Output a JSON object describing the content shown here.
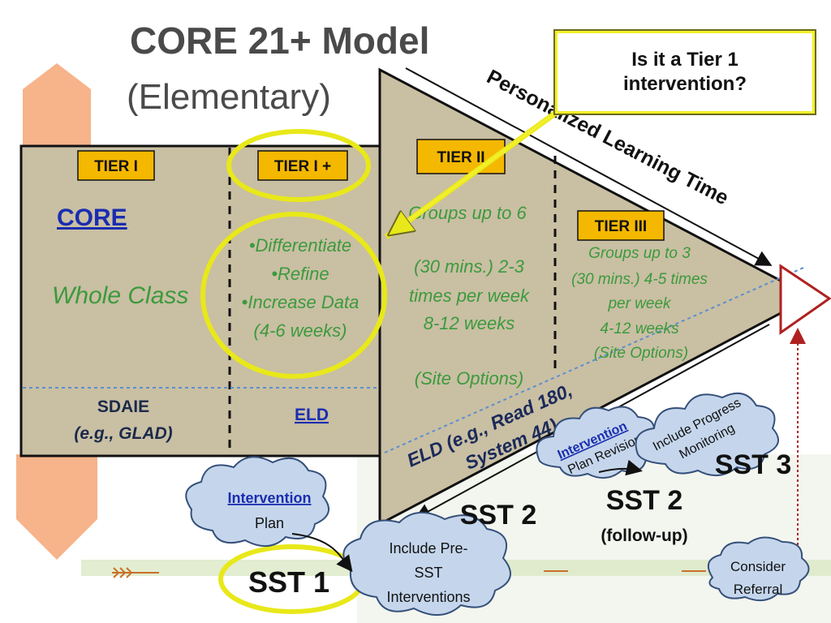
{
  "title": "CORE 21+ Model",
  "subtitle": "(Elementary)",
  "callout": "Is it a Tier 1 intervention?",
  "arrow_label": "Personalized Learning Time",
  "tiers": {
    "tier1": "TIER I",
    "tier1plus": "TIER I +",
    "tier2": "TIER II",
    "tier3": "TIER III"
  },
  "core": {
    "link": "CORE",
    "text": "Whole Class"
  },
  "tier1plus_items": [
    "•Differentiate",
    "•Refine",
    "•Increase Data",
    "(4-6 weeks)"
  ],
  "tier2_items": [
    "Groups up to 6",
    "(30 mins.) 2-3",
    "times per week",
    "8-12 weeks",
    "(Site Options)"
  ],
  "tier3_items": [
    "Groups up to 3",
    "(30 mins.) 4-5 times",
    "per week",
    "4-12 weeks",
    "(Site Options)"
  ],
  "sdaie": [
    "SDAIE",
    "(e.g., GLAD)"
  ],
  "eld_link": "ELD",
  "eld_diag": [
    "ELD (e.g., Read 180,",
    "System 44)"
  ],
  "clouds": {
    "intervention_plan": {
      "link": "Intervention",
      "text": "Plan"
    },
    "pre_sst": [
      "Include Pre-",
      "SST",
      "Interventions"
    ],
    "plan_revision": {
      "link": "Intervention",
      "text": "Plan Revision"
    },
    "progress": [
      "Include Progress",
      "Monitoring"
    ],
    "referral": [
      "Consider",
      "Referral"
    ]
  },
  "sst": {
    "sst1": "SST 1",
    "sst2": "SST 2",
    "sst2b": "SST 2",
    "followup": "(follow-up)",
    "sst3": "SST 3"
  },
  "colors": {
    "panel": "#c9bfa3",
    "tier_box": "#f5b800",
    "highlight": "#e8e81a",
    "green_text": "#3c9a3c",
    "link": "#1a2db0",
    "cloud": "#c5d6ec"
  }
}
